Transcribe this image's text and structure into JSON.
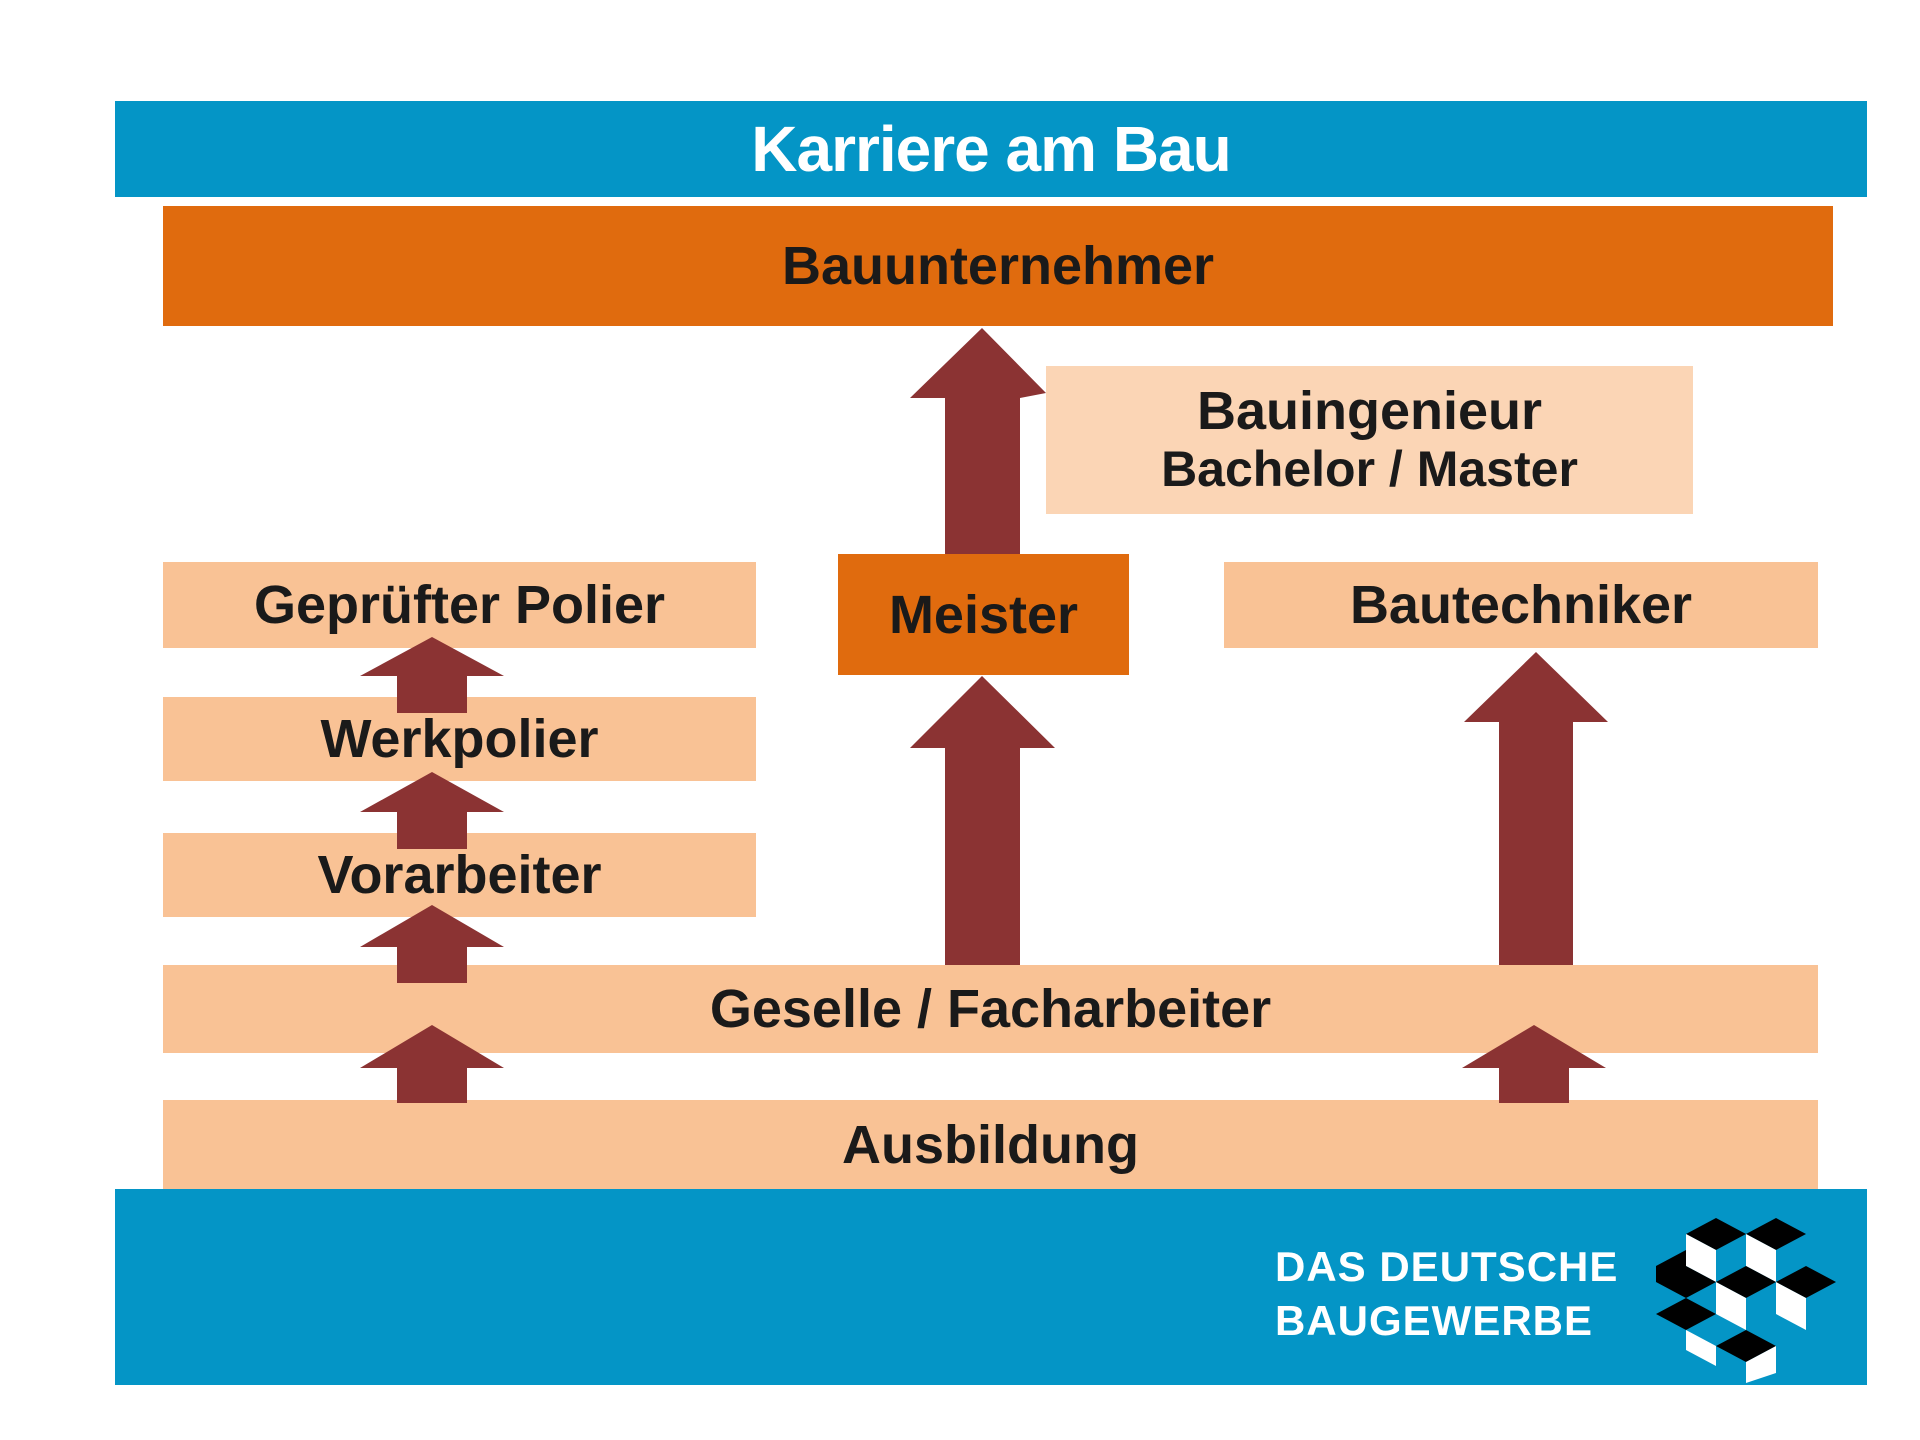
{
  "title": "Karriere am Bau",
  "levels": {
    "bauunternehmer": "Bauunternehmer",
    "bauingenieur_line1": "Bauingenieur",
    "bauingenieur_line2": "Bachelor / Master",
    "gepruefter_polier": "Geprüfter Polier",
    "meister": "Meister",
    "bautechniker": "Bautechniker",
    "werkpolier": "Werkpolier",
    "vorarbeiter": "Vorarbeiter",
    "geselle": "Geselle / Facharbeiter",
    "ausbildung": "Ausbildung"
  },
  "brand": {
    "line1": "DAS DEUTSCHE",
    "line2": "BAUGEWERBE"
  },
  "colors": {
    "band": "#0495c6",
    "box_light": "#f9c295",
    "box_lighter": "#fbd5b5",
    "box_accent": "#e06b0e",
    "arrow": "#8b3333"
  }
}
